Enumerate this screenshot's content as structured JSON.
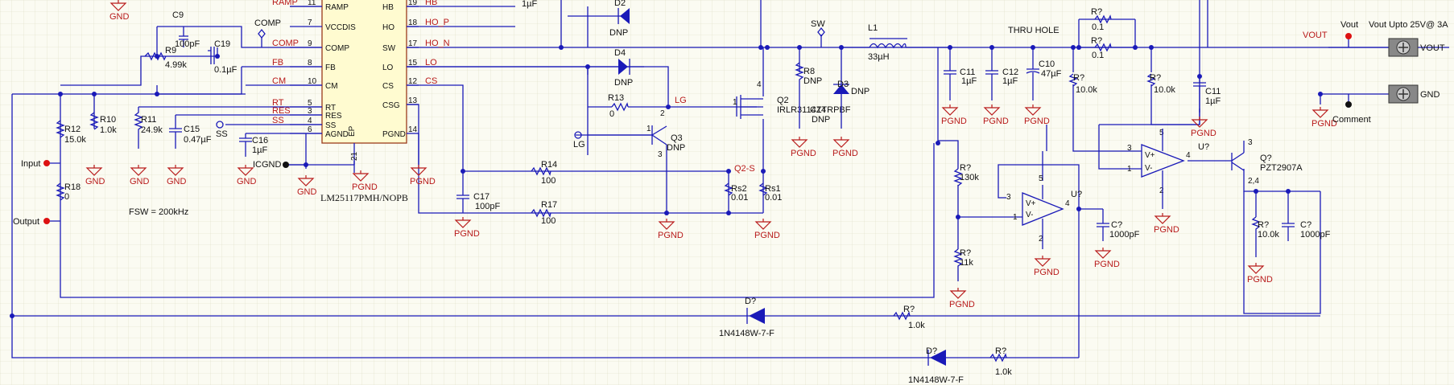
{
  "ic": {
    "name": "LM25117PMH/NOPB",
    "left_pins": [
      {
        "num": "11",
        "name": "RAMP",
        "net": "RAMP"
      },
      {
        "num": "7",
        "name": "VCCDIS",
        "net": ""
      },
      {
        "num": "9",
        "name": "COMP",
        "net": "COMP"
      },
      {
        "num": "8",
        "name": "FB",
        "net": "FB"
      },
      {
        "num": "10",
        "name": "CM",
        "net": "CM"
      },
      {
        "num": "5",
        "name": "RT",
        "net": "RT"
      },
      {
        "num": "3",
        "name": "RES",
        "net": "RES"
      },
      {
        "num": "4",
        "name": "SS",
        "net": "SS"
      },
      {
        "num": "6",
        "name": "AGND",
        "net": ""
      }
    ],
    "right_pins": [
      {
        "num": "19",
        "name": "HB",
        "net": "HB"
      },
      {
        "num": "18",
        "name": "HO",
        "net": "HO_P"
      },
      {
        "num": "17",
        "name": "SW",
        "net": "HO_N"
      },
      {
        "num": "15",
        "name": "LO",
        "net": "LO"
      },
      {
        "num": "12",
        "name": "CS",
        "net": "CS"
      },
      {
        "num": "13",
        "name": "CSG",
        "net": ""
      },
      {
        "num": "14",
        "name": "PGND",
        "net": ""
      }
    ],
    "ep_label": "EP",
    "ep_num": "21"
  },
  "components": {
    "c9": {
      "ref": "C9",
      "val": "100pF"
    },
    "r9": {
      "ref": "R9",
      "val": "4.99k"
    },
    "c19": {
      "ref": "C19",
      "val": "0.1µF"
    },
    "r12": {
      "ref": "R12",
      "val": "15.0k"
    },
    "r10": {
      "ref": "R10",
      "val": "1.0k"
    },
    "r11": {
      "ref": "R11",
      "val": "24.9k"
    },
    "c15": {
      "ref": "C15",
      "val": "0.47µF"
    },
    "c16": {
      "ref": "C16",
      "val": "1µF"
    },
    "r18": {
      "ref": "R18",
      "val": "0"
    },
    "d2": {
      "ref": "D2",
      "val": "DNP"
    },
    "d4": {
      "ref": "D4",
      "val": "DNP"
    },
    "r13": {
      "ref": "R13",
      "val": "0"
    },
    "q3": {
      "ref": "Q3",
      "val": "DNP"
    },
    "q2": {
      "ref": "Q2",
      "val": "IRLR3114ZTRPBF"
    },
    "c14": {
      "ref": "C14",
      "val": "DNP"
    },
    "r8": {
      "ref": "R8",
      "val": "DNP"
    },
    "d3": {
      "ref": "D3",
      "val": "DNP"
    },
    "l1": {
      "ref": "L1",
      "val": "33µH"
    },
    "c11a": {
      "ref": "C11",
      "val": "1µF"
    },
    "c12": {
      "ref": "C12",
      "val": "1µF"
    },
    "c10": {
      "ref": "C10",
      "val": "47µF"
    },
    "r14": {
      "ref": "R14",
      "val": "100"
    },
    "r17": {
      "ref": "R17",
      "val": "100"
    },
    "c17": {
      "ref": "C17",
      "val": "100pF"
    },
    "rs2": {
      "ref": "Rs2",
      "val": "0.01"
    },
    "rs1": {
      "ref": "Rs1",
      "val": "0.01"
    },
    "rsense_a": {
      "ref": "R?",
      "val": "0.1"
    },
    "rsense_b": {
      "ref": "R?",
      "val": "0.1"
    },
    "r_10k_a": {
      "ref": "R?",
      "val": "10.0k"
    },
    "r_10k_b": {
      "ref": "R?",
      "val": "10.0k"
    },
    "c11b": {
      "ref": "C11",
      "val": "1µF"
    },
    "r_130k": {
      "ref": "R?",
      "val": "130k"
    },
    "r_11k": {
      "ref": "R?",
      "val": "11k"
    },
    "u_a": {
      "ref": "U?"
    },
    "u_b": {
      "ref": "U?"
    },
    "c_1000_a": {
      "ref": "C?",
      "val": "1000pF"
    },
    "c_1000_b": {
      "ref": "C?",
      "val": "1000pF"
    },
    "q_pnp": {
      "ref": "Q?",
      "val": "PZT2907A"
    },
    "r_10k_c": {
      "ref": "R?",
      "val": "10.0k"
    },
    "d_a": {
      "ref": "D?",
      "val": "1N4148W-7-F"
    },
    "d_b": {
      "ref": "D?",
      "val": "1N4148W-7-F"
    },
    "r_1k_a": {
      "ref": "R?",
      "val": "1.0k"
    },
    "r_1k_b": {
      "ref": "R?",
      "val": "1.0k"
    },
    "c_top": {
      "val": "1µF"
    }
  },
  "labels": {
    "gnd": "GND",
    "pgnd": "PGND",
    "comp_port": "COMP",
    "sw_port": "SW",
    "ss_port": "SS",
    "lg_port": "LG",
    "lg_net": "LG",
    "icgnd": "ICGND",
    "input": "Input",
    "output": "Output",
    "fsw": "FSW = 200kHz",
    "thru_hole": "THRU HOLE",
    "q2s": "Q2-S",
    "vout_net": "VOUT",
    "vout_port": "Vout",
    "vout_note": "Vout Upto 25V@ 3A",
    "vout_conn": "VOUT",
    "gnd_conn": "GND",
    "comment": "Comment"
  },
  "colors": {
    "wire": "#1a1ab8",
    "ground": "#b81a1a",
    "net_label": "#b81a1a",
    "grid": "#dcdcc4"
  }
}
